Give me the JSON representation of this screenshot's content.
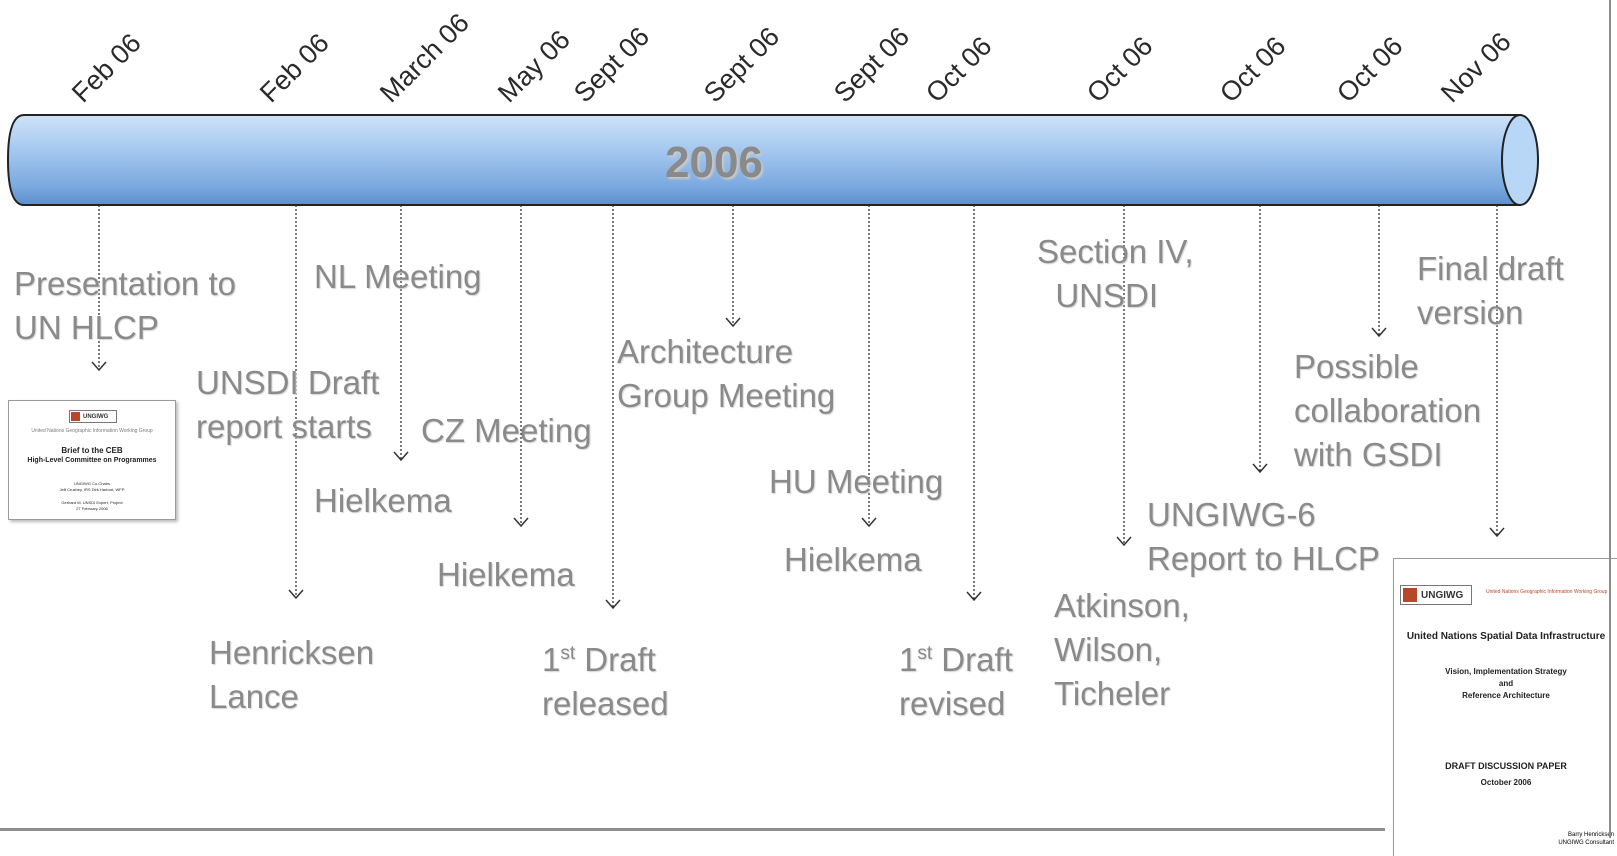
{
  "year": "2006",
  "dates": [
    "Feb 06",
    "Feb 06",
    "March 06",
    "May 06",
    "Sept 06",
    "Sept 06",
    "Sept 06",
    "Oct 06",
    "Oct 06",
    "Oct 06",
    "Oct 06",
    "Nov 06"
  ],
  "events": {
    "presentation": "Presentation to\nUN HLCP",
    "unsdi_draft": "UNSDI Draft\nreport starts",
    "henricksen": "Henricksen\nLance",
    "nl_meeting": "NL Meeting",
    "hielkema_nl": "Hielkema",
    "cz_meeting": "CZ Meeting",
    "hielkema_cz": "Hielkema",
    "first_draft_released_sup": "st",
    "first_draft_released_pre": "1",
    "first_draft_released_post": " Draft\nreleased",
    "architecture": "Architecture\nGroup Meeting",
    "hu_meeting": "HU Meeting",
    "hielkema_hu": "Hielkema",
    "first_draft_revised_pre": "1",
    "first_draft_revised_sup": "st",
    "first_draft_revised_post": " Draft\nrevised",
    "section_iv": "Section IV,\n  UNSDI",
    "atkinson": "Atkinson,\nWilson,\nTicheler",
    "ungiwg6": "UNGIWG-6\nReport to HLCP",
    "possible_collab": "Possible\ncollaboration\nwith GSDI",
    "final_draft": "Final draft\nversion"
  },
  "thumb_left": {
    "logo": "UNGIWG",
    "header": "United Nations Geographic Information Working Group",
    "title1": "Brief to the CEB",
    "title2": "High-Level Committee on Programmes",
    "meta1": "UNGIWG Co-Chairs",
    "meta2": "Jeff Crushey, IRS        Dirk Harbort, WFP",
    "meta3": "Gerhard M. UNSDI Expert, Project",
    "meta4": "27 February 2006"
  },
  "thumb_right": {
    "logo": "UNGIWG",
    "header": "United Nations Geographic Information Working Group",
    "title": "United Nations Spatial Data Infrastructure",
    "sub1": "Vision, Implementation Strategy",
    "sub2": "and",
    "sub3": "Reference Architecture",
    "draft": "DRAFT DISCUSSION PAPER",
    "date": "October 2006",
    "author1": "Barry Henricksen",
    "author2": "UNGIWG Consultant"
  },
  "colors": {
    "tube_light": "#cfe2f8",
    "tube_mid": "#8fbbe9",
    "tube_dark": "#5b8fcf",
    "tube_end": "#b8d6f5",
    "text_gray": "#8a8a8a",
    "logo_red": "#b7472a"
  }
}
